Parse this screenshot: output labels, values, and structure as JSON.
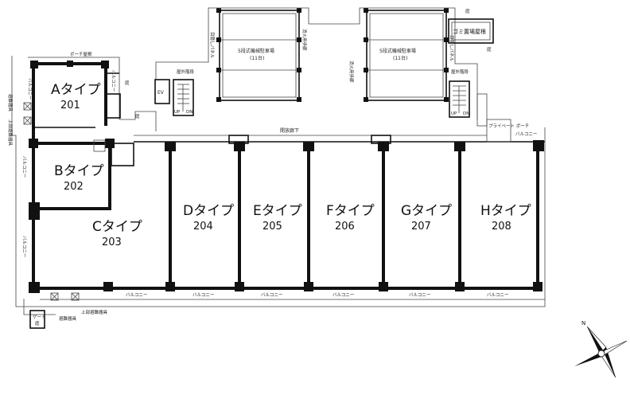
{
  "units": [
    {
      "type": "Aタイプ",
      "number": "201"
    },
    {
      "type": "Bタイプ",
      "number": "202"
    },
    {
      "type": "Cタイプ",
      "number": "203"
    },
    {
      "type": "Dタイプ",
      "number": "204"
    },
    {
      "type": "Eタイプ",
      "number": "205"
    },
    {
      "type": "Fタイプ",
      "number": "206"
    },
    {
      "type": "Gタイプ",
      "number": "207"
    },
    {
      "type": "Hタイプ",
      "number": "208"
    }
  ],
  "labels": {
    "porch_roof": "ポーチ屋根",
    "balcony": "バルコニー",
    "garden": "庭",
    "ev": "EV",
    "outdoor_stairs": "屋外階段",
    "up": "UP",
    "dn": "DN",
    "open_corridor": "開放廊下",
    "private_porch": "プライベート ポーチ",
    "parking": "5段式機械駐車場",
    "parking_count": "(11台)",
    "garbage_roof": "ゴミ置場屋根",
    "fire_walkway": "消火用歩廊",
    "fence_panel": "目隠しパネル",
    "evacuation_device": "避難器具",
    "upper_evacuation_device": "上部避難器具",
    "gate": "ゲート",
    "north": "N"
  }
}
